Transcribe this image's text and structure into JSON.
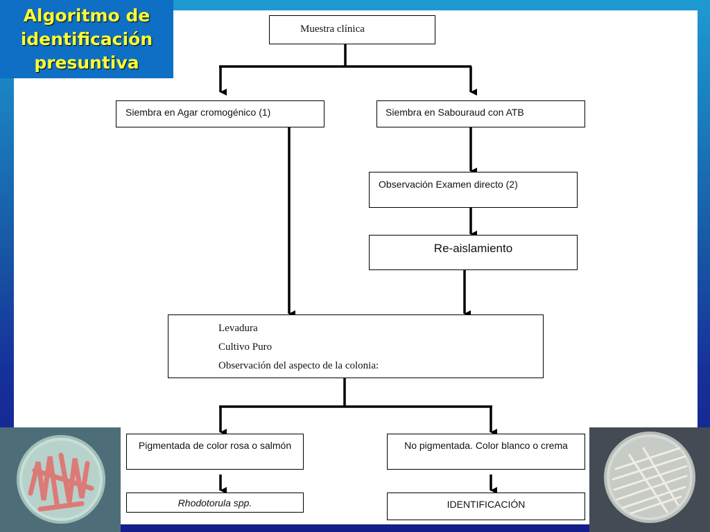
{
  "title": {
    "line1": "Algoritmo de",
    "line2": "identificación",
    "line3": "presuntiva"
  },
  "nodes": {
    "muestra": "Muestra clínica",
    "agar": "Siembra en Agar cromogénico (1)",
    "sabouraud": "Siembra en Sabouraud con ATB",
    "observacion": "Observación Examen directo (2)",
    "reaislamiento": "Re-aislamiento",
    "levadura_lines": [
      "Levadura",
      "Cultivo Puro",
      "Observación del aspecto de la colonia:"
    ],
    "pigmentada": "Pigmentada de color rosa o salmón",
    "no_pigmentada": "No pigmentada. Color blanco o crema",
    "rhodotorula": "Rhodotorula spp.",
    "identificacion": "IDENTIFICACIÓN"
  },
  "colors": {
    "title_bg": "#0e6fc4",
    "title_text": "#ffff33",
    "pink_colonies": "#e07a7a",
    "cream_colonies": "#f1ede4"
  },
  "icons": {
    "left_photo": "pink-yeast-petri-dish-icon",
    "right_photo": "white-yeast-petri-dish-icon"
  }
}
